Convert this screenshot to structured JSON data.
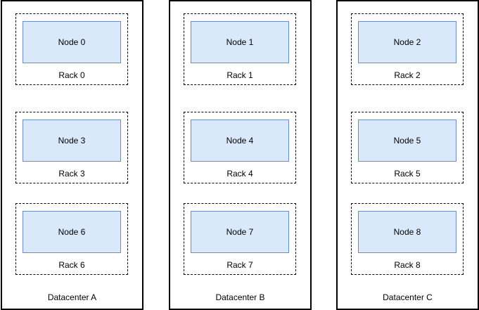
{
  "colors": {
    "background": "#ffffff",
    "datacenter_border": "#000000",
    "rack_border": "#000000",
    "node_fill": "#dae8fc",
    "node_border": "#6c8ebf",
    "text": "#000000"
  },
  "datacenters": [
    {
      "label": "Datacenter A",
      "racks": [
        {
          "rack_label": "Rack 0",
          "node_label": "Node 0"
        },
        {
          "rack_label": "Rack 3",
          "node_label": "Node 3"
        },
        {
          "rack_label": "Rack 6",
          "node_label": "Node 6"
        }
      ]
    },
    {
      "label": "Datacenter B",
      "racks": [
        {
          "rack_label": "Rack 1",
          "node_label": "Node 1"
        },
        {
          "rack_label": "Rack 4",
          "node_label": "Node 4"
        },
        {
          "rack_label": "Rack 7",
          "node_label": "Node 7"
        }
      ]
    },
    {
      "label": "Datacenter C",
      "racks": [
        {
          "rack_label": "Rack 2",
          "node_label": "Node 2"
        },
        {
          "rack_label": "Rack 5",
          "node_label": "Node 5"
        },
        {
          "rack_label": "Rack 8",
          "node_label": "Node 8"
        }
      ]
    }
  ]
}
